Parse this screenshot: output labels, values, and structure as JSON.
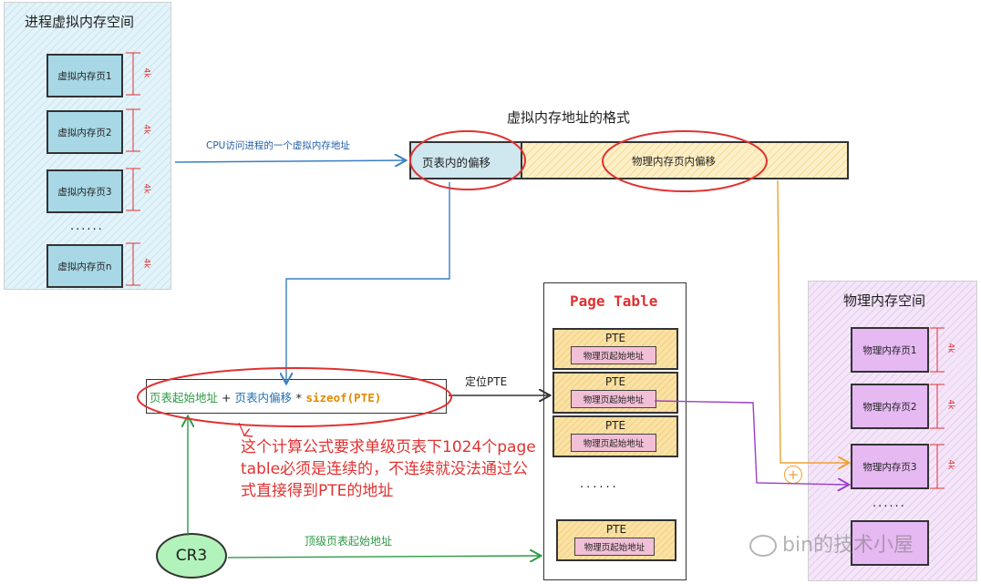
{
  "virtual_space": {
    "title": "进程虚拟内存空间",
    "pages": [
      "虚拟内存页1",
      "虚拟内存页2",
      "虚拟内存页3",
      "虚拟内存页n"
    ],
    "ellipsis": "......",
    "size_label": "4k"
  },
  "address_format": {
    "title": "虚拟内存地址的格式",
    "left_field": "页表内的偏移",
    "right_field": "物理内存页内偏移"
  },
  "cpu_arrow_label": "CPU访问进程的一个虚拟内存地址",
  "page_table": {
    "title": "Page Table",
    "entry_label": "PTE",
    "entry_inner": "物理页起始地址",
    "ellipsis": "......"
  },
  "formula": {
    "part1": "页表起始地址",
    "plus": "+",
    "part2": "页表内偏移",
    "times": "*",
    "part3": "sizeof(PTE)"
  },
  "locate_label": "定位PTE",
  "note": "这个计算公式要求单级页表下1024个page table必须是连续的，不连续就没法通过公式直接得到PTE的地址",
  "cr3": {
    "label": "CR3",
    "arrow_label": "顶级页表起始地址"
  },
  "physical_space": {
    "title": "物理内存空间",
    "pages": [
      "物理内存页1",
      "物理内存页2",
      "物理内存页3"
    ],
    "ellipsis": "......",
    "size_label": "4k"
  },
  "plus_symbol": "+",
  "watermark": "bin的技术小屋",
  "colors": {
    "blue_arrow": "#3a7fc1",
    "orange_arrow": "#f0a030",
    "purple_arrow": "#9b3fc8",
    "green_arrow": "#2e9a45",
    "red_ellipse": "#e03131",
    "note_red": "#e03131"
  }
}
